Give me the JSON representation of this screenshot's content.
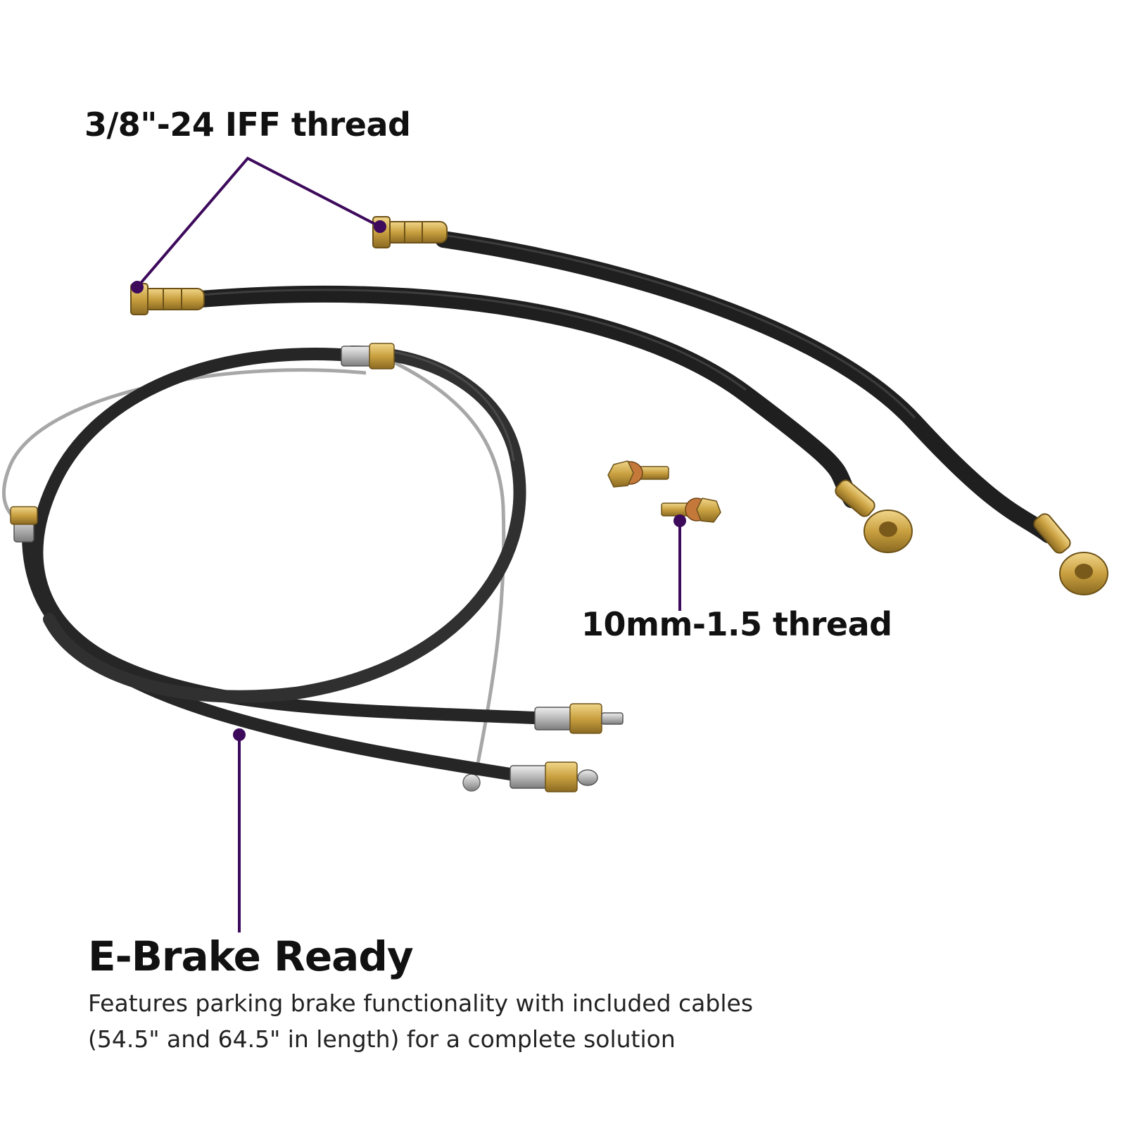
{
  "colors": {
    "background": "#ffffff",
    "accent": "#3d0a5c",
    "hose": "#1f1f1f",
    "fitting": "#c9a040",
    "steel": "#a7a7a7",
    "heading": "#111111",
    "body_text": "#222222"
  },
  "callouts": {
    "iff_thread": "3/8\"-24 IFF thread",
    "metric_thread": "10mm-1.5 thread"
  },
  "ebrake": {
    "title": "E-Brake Ready",
    "description_line1": "Features parking brake functionality with included cables",
    "description_line2": "(54.5\" and 64.5\" in length) for a complete solution"
  },
  "icons": {
    "brake_hoses": "brake-hose-icon",
    "banjo_bolts": "bolt-icon",
    "parking_cables": "parking-brake-cable-icon"
  }
}
